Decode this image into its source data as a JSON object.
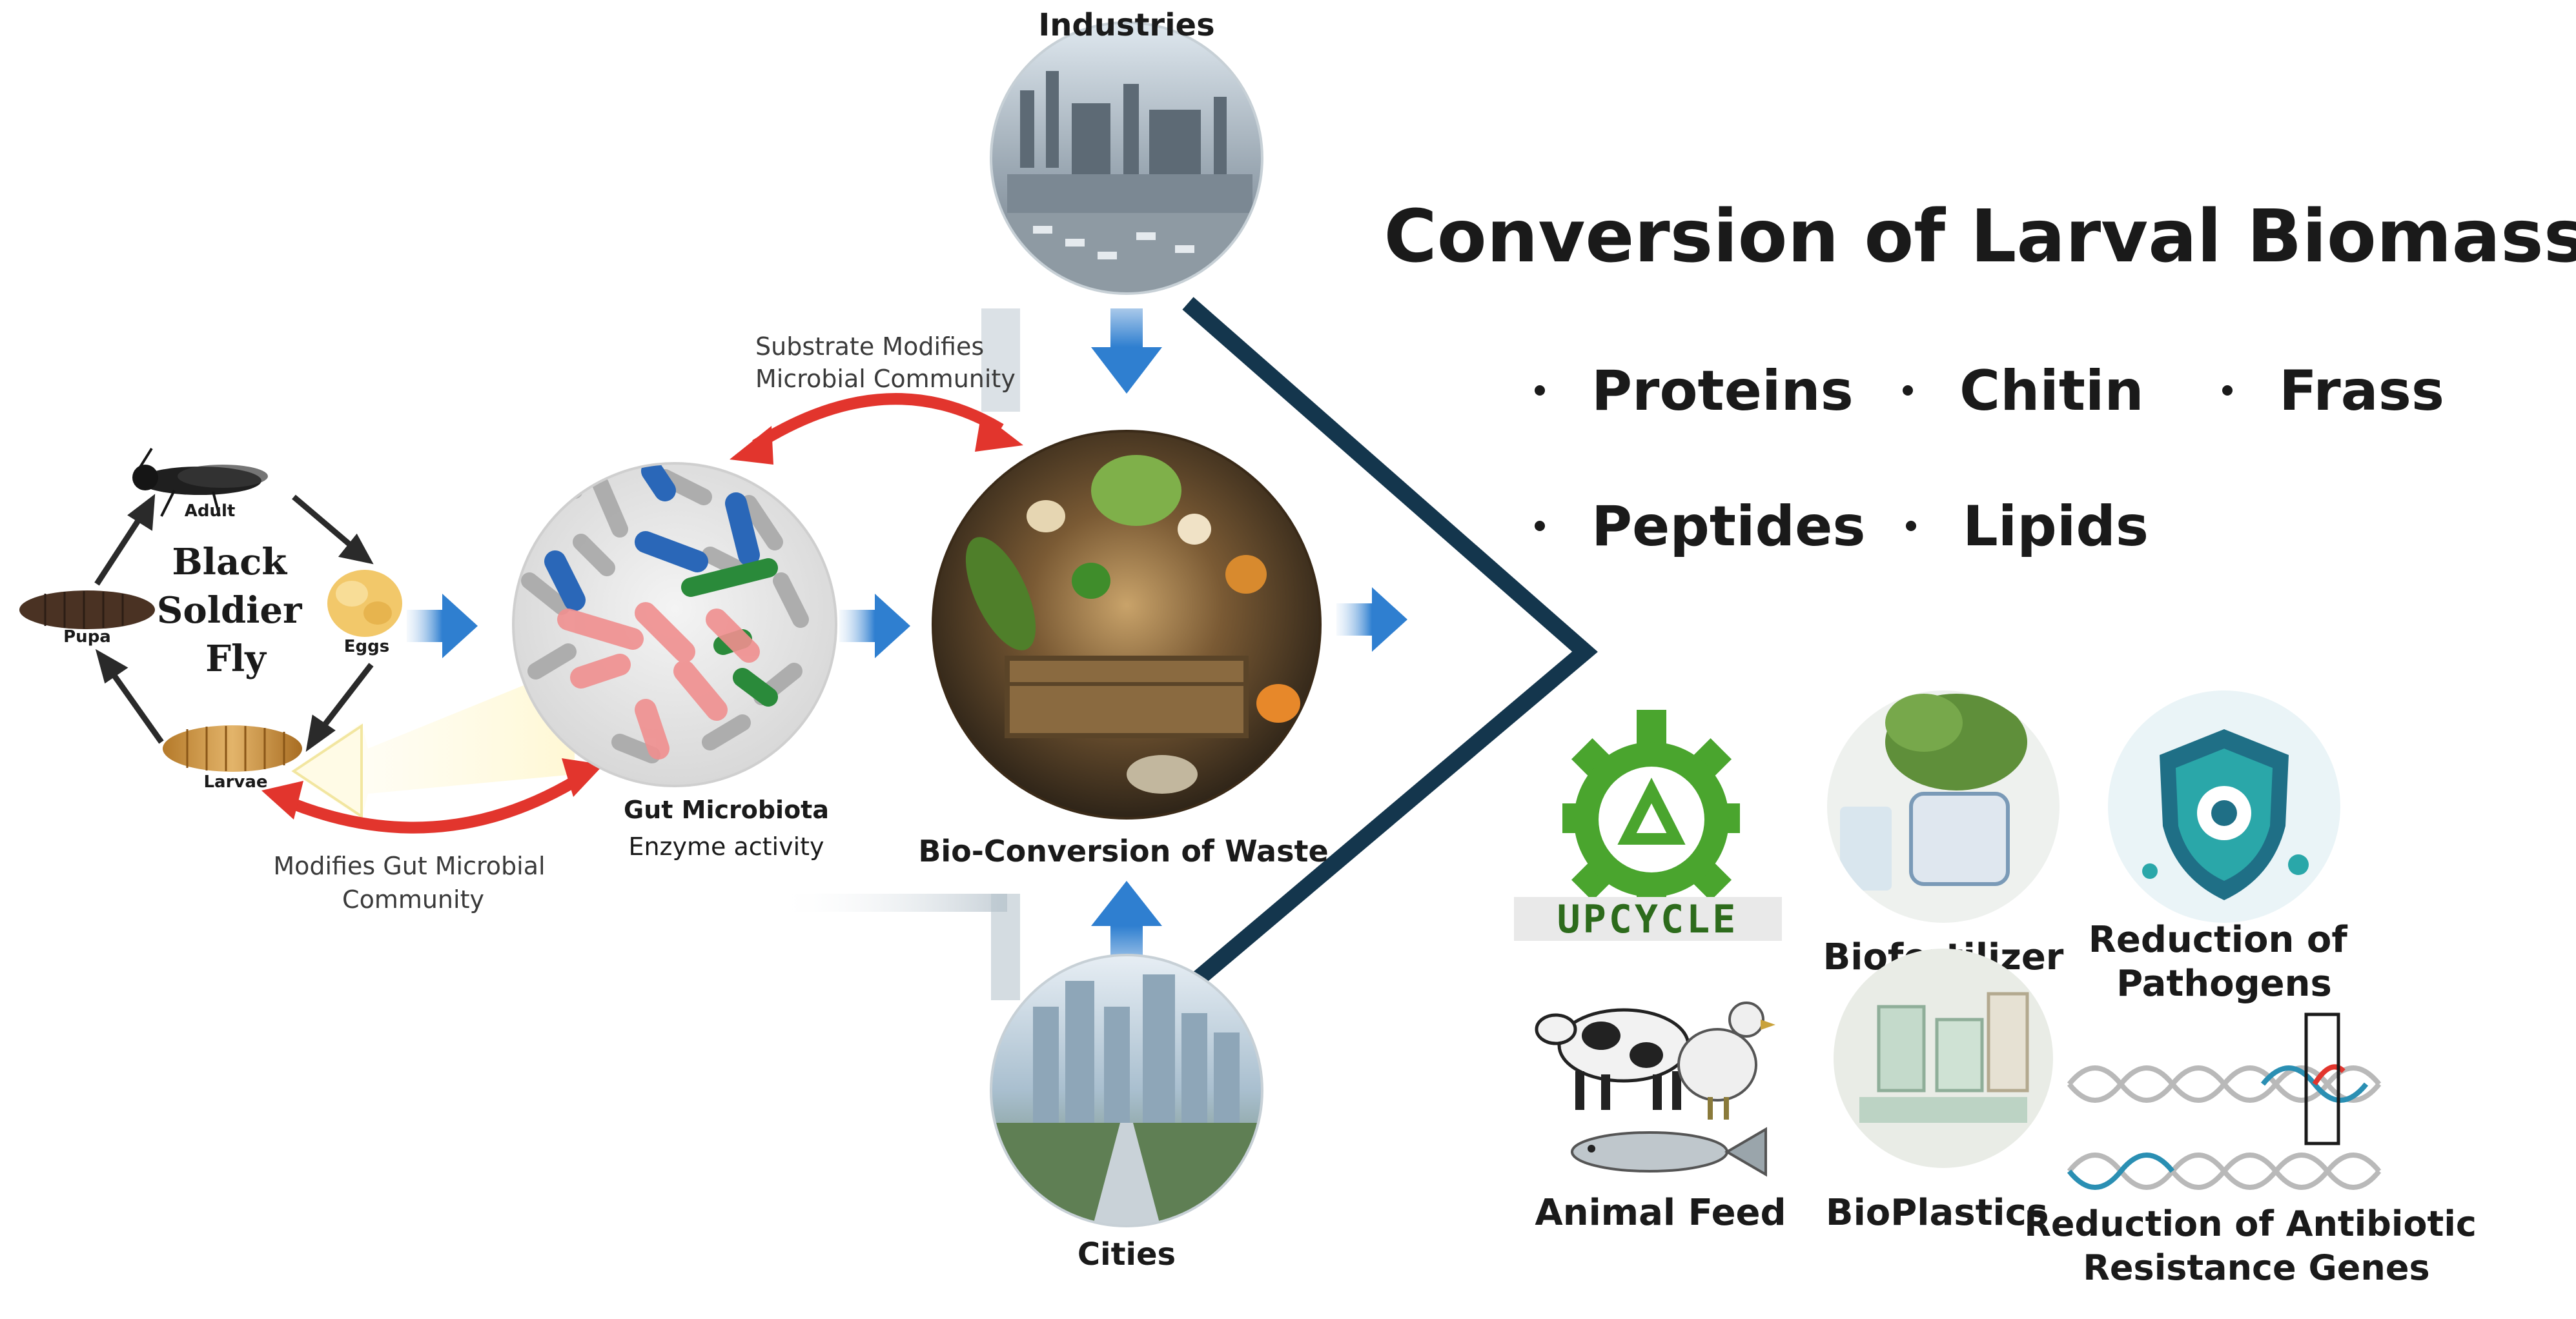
{
  "title": "Conversion of Larval Biomass",
  "biomass_products": [
    {
      "label": "Proteins"
    },
    {
      "label": "Chitin"
    },
    {
      "label": "Frass"
    },
    {
      "label": "Peptides"
    },
    {
      "label": "Lipids"
    }
  ],
  "lifecycle": {
    "title": "Black Soldier Fly",
    "stages": [
      "Adult",
      "Eggs",
      "Larvae",
      "Pupa"
    ]
  },
  "gut": {
    "title": "Gut Microbiota",
    "subtitle": "Enzyme activity"
  },
  "arrows": {
    "substrate_modifies": "Substrate Modifies Microbial Community",
    "modifies_gut": "Modifies Gut Microbial Community"
  },
  "sources": {
    "industries": "Industries",
    "cities": "Cities"
  },
  "waste": {
    "title": "Bio-Conversion of Waste"
  },
  "applications": {
    "upcycle": "UPCYCLE",
    "biofertilizer": "Biofertilizer",
    "pathogens": "Reduction of Pathogens",
    "animal_feed": "Animal Feed",
    "bioplastics": "BioPlastics",
    "arg": "Reduction of Antibiotic Resistance Genes"
  },
  "colors": {
    "arrow_blue": "#2f7fd0",
    "arrow_red": "#e2352d",
    "v_line": "#14364d",
    "upcycle_green": "#4aa52e",
    "text": "#1a1a1a"
  }
}
